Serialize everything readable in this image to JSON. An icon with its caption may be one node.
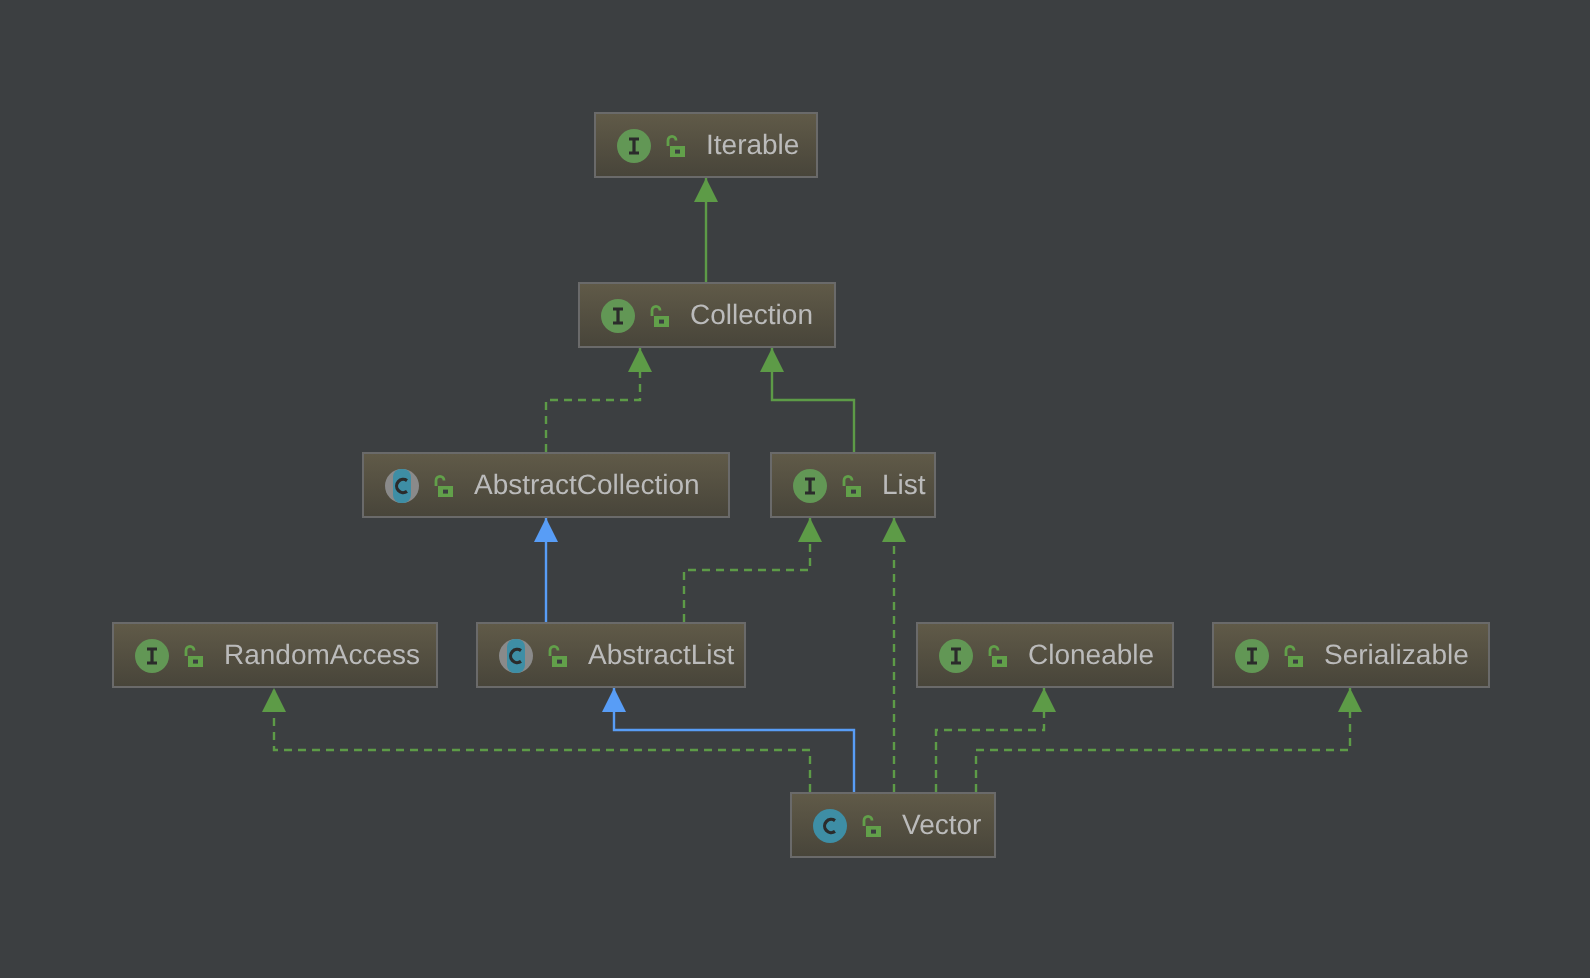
{
  "diagram": {
    "nodes": [
      {
        "text": [
          "Iterable"
        ]
      },
      {
        "text": [
          "Collection"
        ]
      },
      {
        "text": [
          "AbstractCollection"
        ]
      },
      {
        "text": [
          "List"
        ]
      },
      {
        "text": [
          "RandomAccess"
        ]
      },
      {
        "text": [
          "AbstractList"
        ]
      },
      {
        "text": [
          "Cloneable"
        ]
      },
      {
        "text": [
          "Serializable"
        ]
      },
      {
        "text": [
          "Vector"
        ]
      }
    ],
    "edges": [
      {
        "from": 1,
        "to": 0,
        "arrow": "to"
      },
      {
        "from": 2,
        "to": 1,
        "arrow": "to",
        "style": "dashed"
      },
      {
        "from": 3,
        "to": 1,
        "arrow": "to"
      },
      {
        "from": 5,
        "to": 2,
        "arrow": "to",
        "color": "#589df6"
      },
      {
        "from": 5,
        "to": 3,
        "arrow": "to",
        "style": "dashed"
      },
      {
        "from": 8,
        "to": 3,
        "arrow": "to",
        "style": "dashed"
      },
      {
        "from": 8,
        "to": 4,
        "arrow": "to",
        "style": "dashed"
      },
      {
        "from": 8,
        "to": 5,
        "arrow": "to",
        "color": "#589df6"
      },
      {
        "from": 8,
        "to": 6,
        "arrow": "to",
        "style": "dashed"
      },
      {
        "from": 8,
        "to": 7,
        "arrow": "to",
        "style": "dashed"
      }
    ]
  }
}
